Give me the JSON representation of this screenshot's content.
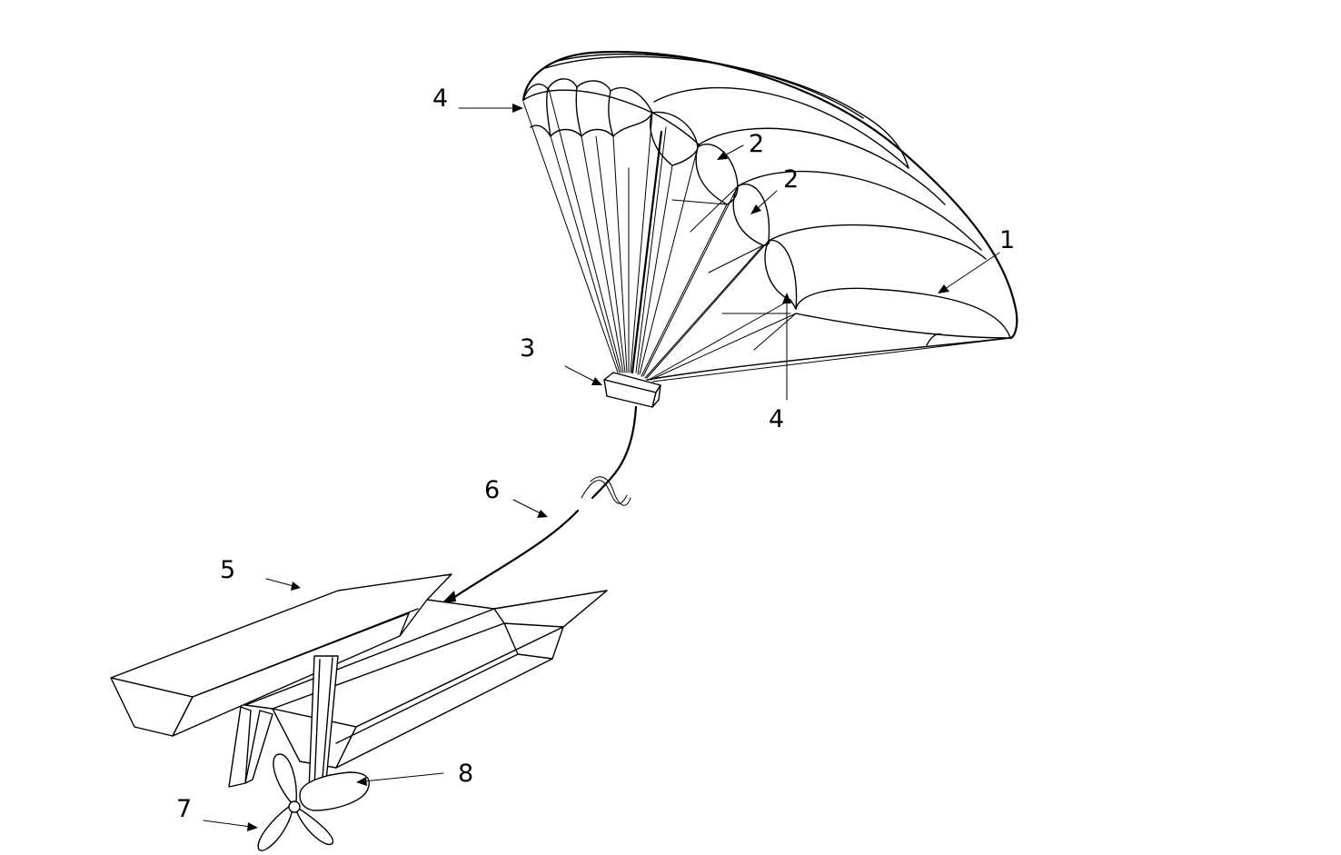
{
  "figure": {
    "reference_labels": {
      "canopy": "1",
      "cell_upper": "2",
      "cell_lower": "2",
      "pod": "3",
      "edge_left": "4",
      "edge_right": "4",
      "vessel": "5",
      "tether": "6",
      "propeller": "7",
      "pod_underwater": "8"
    }
  }
}
